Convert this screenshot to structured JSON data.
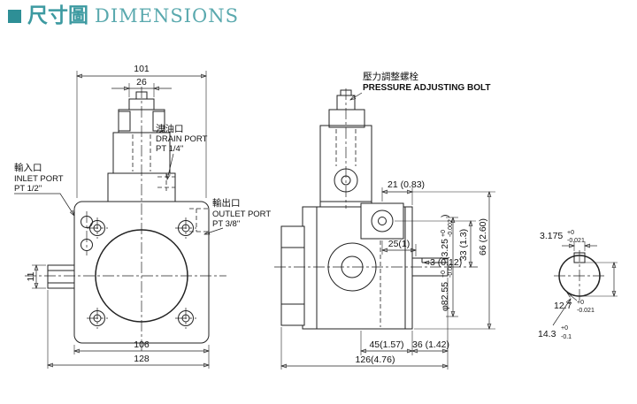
{
  "header": {
    "title_cjk": "尺寸圖",
    "title_en": "DIMENSIONS"
  },
  "colors": {
    "accent": "#2e8f96",
    "line": "#222222"
  },
  "front_view": {
    "dim_101": "101",
    "dim_26": "26",
    "dim_11": "11",
    "dim_106": "106",
    "dim_128": "128",
    "drain_port": {
      "cjk": "洩油口",
      "en": "DRAIN PORT",
      "size": "PT 1/4\""
    },
    "inlet_port": {
      "cjk": "輸入口",
      "en": "INLET PORT",
      "size": "PT 1/2\""
    },
    "outlet_port": {
      "cjk": "輸出口",
      "en": "OUTLET PORT",
      "size": "PT 3/8\""
    }
  },
  "side_view": {
    "pressure_bolt": {
      "cjk": "壓力調整螺栓",
      "en": "PRESSURE ADJUSTING BOLT"
    },
    "dim_21": "21  (0.83)",
    "dim_66": "66 (2.60)",
    "dim_25": "25(1)",
    "dim_33": "33 (1.3)",
    "dim_3": "3 (0.12)",
    "dim_45": "45(1.57)",
    "dim_36": "36 (1.42)",
    "dim_126": "126(4.76)",
    "bore": {
      "metric": "φ82.55",
      "tol_plus": "+0",
      "tol_minus": "-0.05",
      "inch_open": "(3.25",
      "inch_tol_plus": "+0",
      "inch_tol_minus": "-0.002",
      "inch_close": ")"
    }
  },
  "shaft_detail": {
    "key_width": {
      "value": "3.175",
      "tol_plus": "+0",
      "tol_minus": "-0.021"
    },
    "key_depth": {
      "value": "12.7",
      "tol_plus": "+0",
      "tol_minus": "-0.021"
    },
    "flat_height": {
      "value": "14.3",
      "tol_plus": "+0",
      "tol_minus": "-0.1"
    }
  }
}
